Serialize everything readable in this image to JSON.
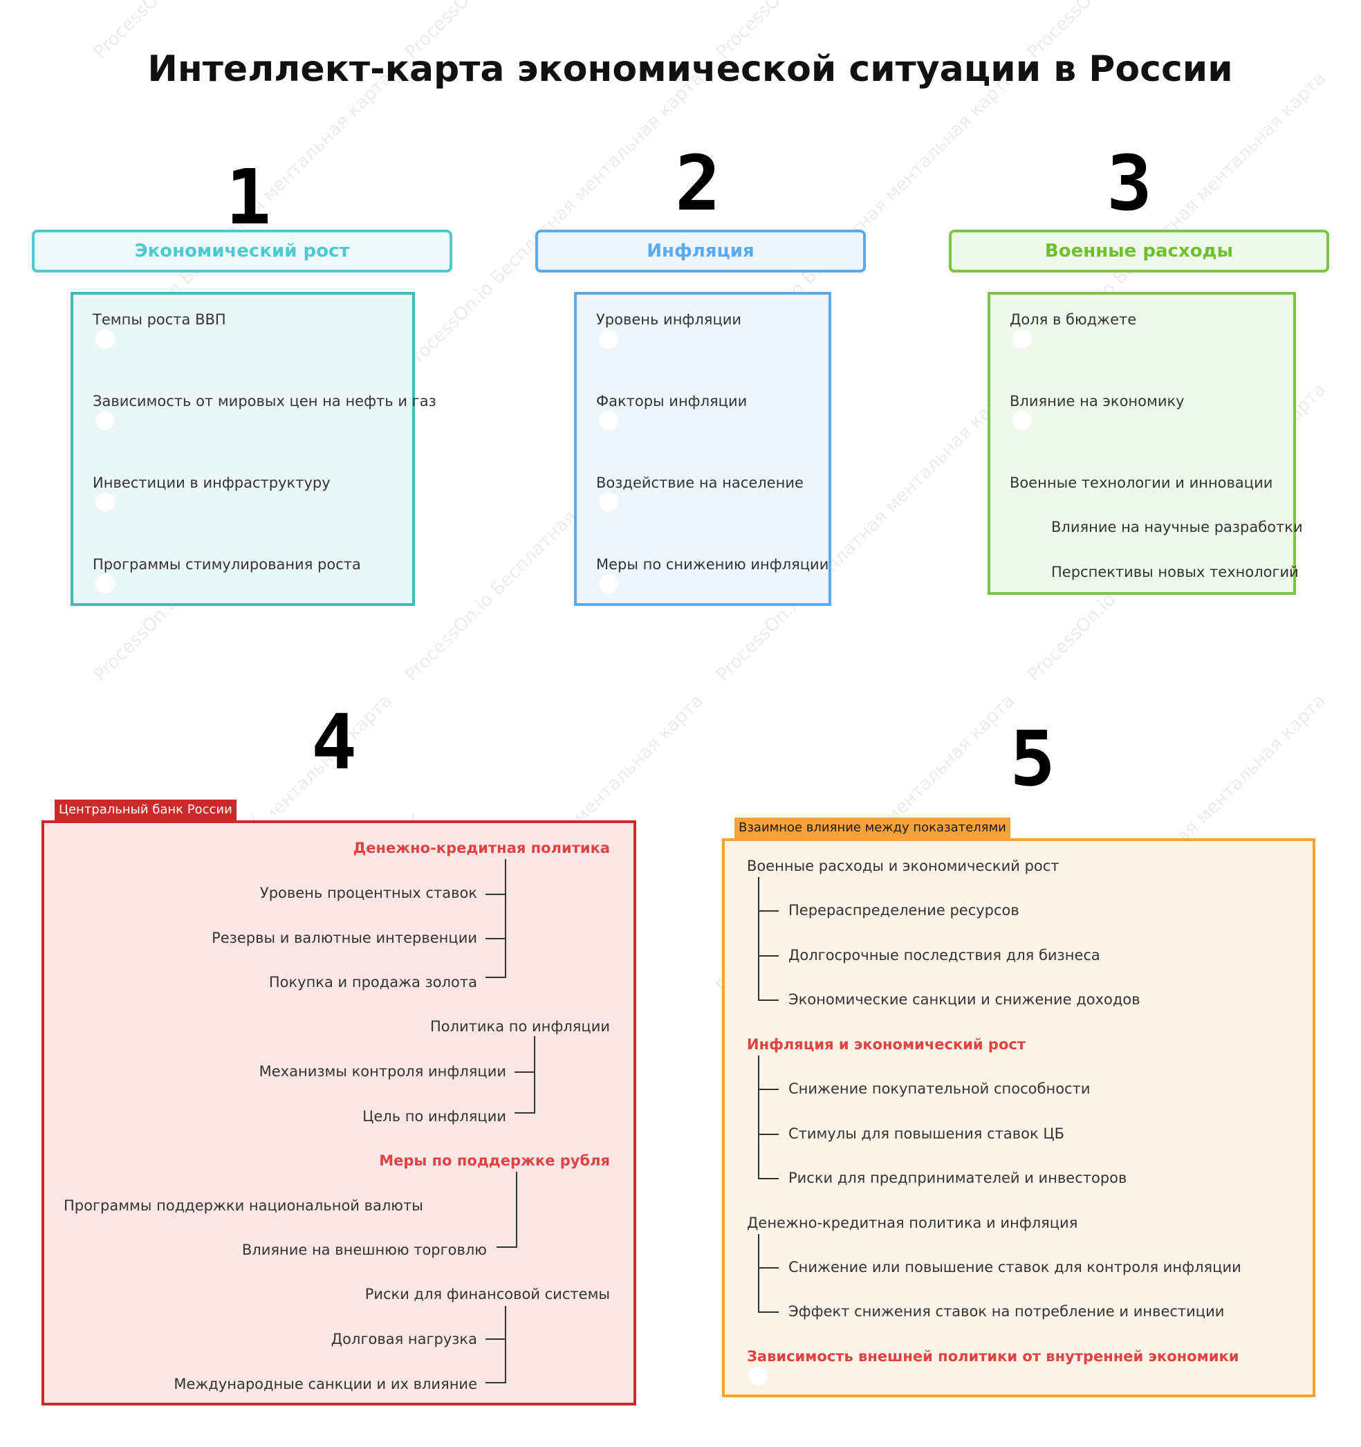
{
  "title": "Интеллект-карта экономической ситуации в России",
  "watermark": "ProcessOn.io Бесплатная ментальная карта",
  "colors": {
    "teal": "#4dc9cf",
    "blue": "#5aaaf0",
    "green": "#7cc544",
    "red": "#cc2a2a",
    "orange": "#f7a13a"
  },
  "sections": {
    "s1": {
      "number": "1",
      "header": "Экономический рост",
      "items": [
        "Темпы роста ВВП",
        "Зависимость от мировых цен на нефть и газ",
        "Инвестиции в инфраструктуру",
        "Программы стимулирования роста"
      ]
    },
    "s2": {
      "number": "2",
      "header": "Инфляция",
      "items": [
        "Уровень инфляции",
        "Факторы инфляции",
        "Воздействие на население",
        "Меры по снижению инфляции"
      ]
    },
    "s3": {
      "number": "3",
      "header": "Военные расходы",
      "items": [
        "Доля в бюджете",
        "Влияние на экономику",
        "Военные технологии и инновации"
      ],
      "subitems": [
        "Влияние на научные разработки",
        "Перспективы новых технологий"
      ]
    },
    "s4": {
      "number": "4",
      "tag": "Центральный банк России",
      "groups": [
        {
          "title": "Денежно-кредитная политика",
          "items": [
            "Уровень процентных ставок",
            "Резервы и валютные интервенции",
            "Покупка и продажа золота"
          ]
        },
        {
          "title": "Политика по инфляции",
          "items": [
            "Механизмы контроля инфляции",
            "Цель по инфляции"
          ]
        },
        {
          "title": "Меры по поддержке рубля",
          "items": [
            "Программы поддержки национальной валюты",
            "Влияние на внешнюю торговлю"
          ]
        },
        {
          "title": "Риски для финансовой системы",
          "items": [
            "Долговая нагрузка",
            "Международные санкции и их влияние"
          ]
        }
      ]
    },
    "s5": {
      "number": "5",
      "tag": "Взаимное влияние между показателями",
      "groups": [
        {
          "title": "Военные расходы и экономический рост",
          "items": [
            "Перераспределение ресурсов",
            "Долгосрочные последствия для бизнеса",
            "Экономические санкции и снижение доходов"
          ]
        },
        {
          "title": "Инфляция и экономический рост",
          "items": [
            "Снижение покупательной способности",
            "Стимулы для повышения ставок ЦБ",
            "Риски для предпринимателей и инвесторов"
          ]
        },
        {
          "title": "Денежно-кредитная политика и инфляция",
          "items": [
            "Снижение или повышение ставок для контроля инфляции",
            "Эффект снижения ставок на потребление и инвестиции"
          ]
        },
        {
          "title": "Зависимость внешней политики от внутренней экономики",
          "items": []
        }
      ]
    }
  }
}
